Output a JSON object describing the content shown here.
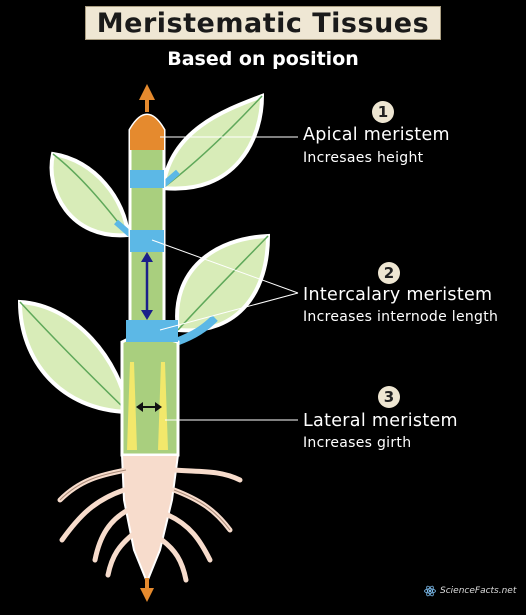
{
  "title": "Meristematic Tissues",
  "subtitle": "Based on position",
  "callouts": [
    {
      "number": "1",
      "label": "Apical meristem",
      "description": "Incresaes height"
    },
    {
      "number": "2",
      "label": "Intercalary meristem",
      "description": "Increases internode length"
    },
    {
      "number": "3",
      "label": "Lateral meristem",
      "description": "Increases girth"
    }
  ],
  "logo": {
    "text": "ScienceFacts.net",
    "icon": "atom-icon"
  },
  "colors": {
    "background": "#000000",
    "stem": "#a9cf7e",
    "apical": "#e58a2e",
    "intercalary": "#5cb8e6",
    "lateral": "#f2e86b",
    "root": "#f7dccc",
    "leaf": "#d8ecb8",
    "arrow": "#1a1f8a"
  }
}
